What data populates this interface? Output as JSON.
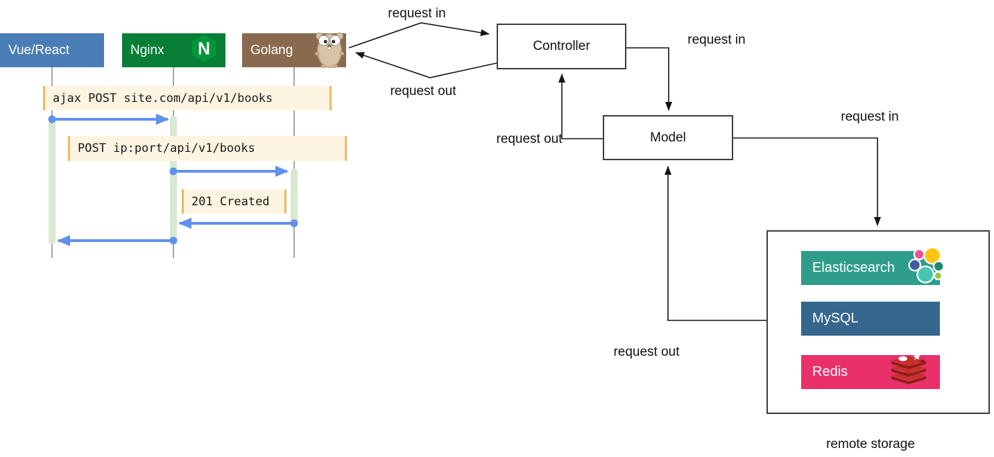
{
  "colors": {
    "vue_react": "#4a7db6",
    "nginx": "#077d36",
    "nginx_logo": "#009639",
    "golang": "#8a6a4f",
    "elasticsearch": "#2e9e8b",
    "mysql": "#35678e",
    "redis": "#e9306b",
    "message_bg": "#fdf5e1",
    "message_border": "#efb763",
    "arrow_blue": "#6190ee",
    "activation": "#d9e8d0",
    "lifeline": "#a8a8a8",
    "wire": "#141414"
  },
  "sequence": {
    "participants": [
      {
        "label": "Vue/React"
      },
      {
        "label": "Nginx"
      },
      {
        "label": "Golang"
      }
    ],
    "messages": [
      {
        "text": "ajax POST site.com/api/v1/books"
      },
      {
        "text": "POST ip:port/api/v1/books"
      },
      {
        "text": "201 Created"
      }
    ]
  },
  "mvc": {
    "controller": "Controller",
    "model": "Model",
    "flow_labels": {
      "golang_controller_in": "request in",
      "controller_golang_out": "request out",
      "controller_model_in": "request in",
      "model_controller_out": "request out",
      "model_storage_in": "request in",
      "storage_model_out": "request out"
    },
    "storage": {
      "caption": "remote storage",
      "items": [
        {
          "label": "Elasticsearch"
        },
        {
          "label": "MySQL"
        },
        {
          "label": "Redis"
        }
      ]
    }
  }
}
